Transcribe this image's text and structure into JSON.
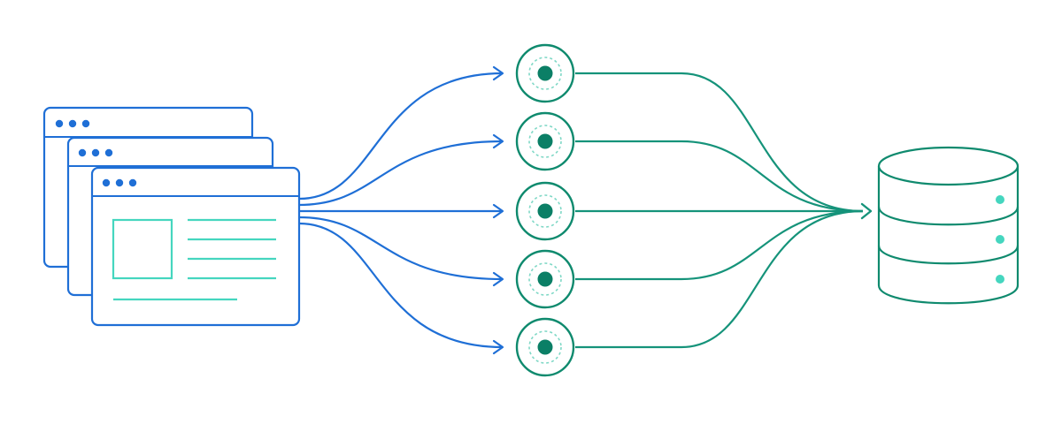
{
  "diagram": {
    "description_text": [],
    "colors": {
      "background": "#ffffff",
      "client_stroke": "#1f6fd6",
      "client_dot": "#1f6fd6",
      "content_accent": "#45d6bf",
      "request_line": "#1f6fd6",
      "node_stroke": "#0f8a6e",
      "node_core": "#0b7f66",
      "node_inner_ring": "#7fd8c6",
      "output_line": "#15937a",
      "database_stroke": "#0f8a6e",
      "database_led": "#45d6bf"
    },
    "icons": {
      "clients": "browser-window-stack-icon",
      "nodes": "server-node-icon",
      "database": "database-icon",
      "arrow": "arrow-head-icon"
    },
    "node_count": 5,
    "client_window_count": 3,
    "database_segments": 3
  }
}
